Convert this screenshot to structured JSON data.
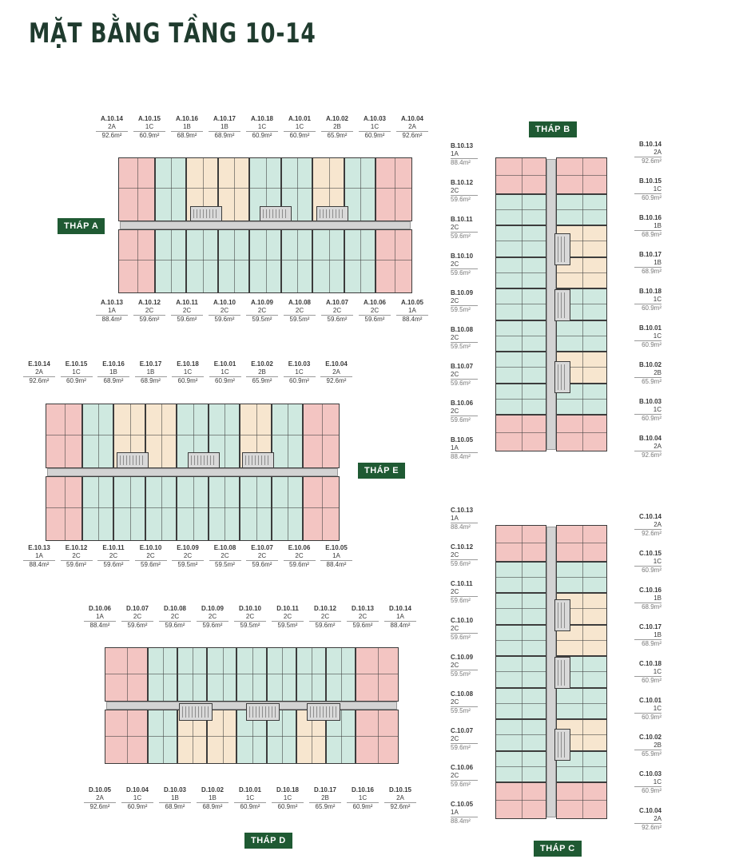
{
  "title": "MẶT BẰNG TẦNG 10-14",
  "colors": {
    "1A": "#f3c5c2",
    "2A": "#f3c5c2",
    "1C": "#cfe9e0",
    "2C": "#cfe9e0",
    "1B": "#f7e6cf",
    "2B": "#f7e6cf",
    "badge": "#1f5a33",
    "corridor": "#d3d3d3"
  },
  "towers": {
    "A": {
      "badge": "THÁP A",
      "top": [
        {
          "code": "A.10.14",
          "type": "2A",
          "area": "92.6m²"
        },
        {
          "code": "A.10.15",
          "type": "1C",
          "area": "60.9m²"
        },
        {
          "code": "A.10.16",
          "type": "1B",
          "area": "68.9m²"
        },
        {
          "code": "A.10.17",
          "type": "1B",
          "area": "68.9m²"
        },
        {
          "code": "A.10.18",
          "type": "1C",
          "area": "60.9m²"
        },
        {
          "code": "A.10.01",
          "type": "1C",
          "area": "60.9m²"
        },
        {
          "code": "A.10.02",
          "type": "2B",
          "area": "65.9m²"
        },
        {
          "code": "A.10.03",
          "type": "1C",
          "area": "60.9m²"
        },
        {
          "code": "A.10.04",
          "type": "2A",
          "area": "92.6m²"
        }
      ],
      "bottom": [
        {
          "code": "A.10.13",
          "type": "1A",
          "area": "88.4m²"
        },
        {
          "code": "A.10.12",
          "type": "2C",
          "area": "59.6m²"
        },
        {
          "code": "A.10.11",
          "type": "2C",
          "area": "59.6m²"
        },
        {
          "code": "A.10.10",
          "type": "2C",
          "area": "59.6m²"
        },
        {
          "code": "A.10.09",
          "type": "2C",
          "area": "59.5m²"
        },
        {
          "code": "A.10.08",
          "type": "2C",
          "area": "59.5m²"
        },
        {
          "code": "A.10.07",
          "type": "2C",
          "area": "59.6m²"
        },
        {
          "code": "A.10.06",
          "type": "2C",
          "area": "59.6m²"
        },
        {
          "code": "A.10.05",
          "type": "1A",
          "area": "88.4m²"
        }
      ]
    },
    "E": {
      "badge": "THÁP E",
      "top": [
        {
          "code": "E.10.14",
          "type": "2A",
          "area": "92.6m²"
        },
        {
          "code": "E.10.15",
          "type": "1C",
          "area": "60.9m²"
        },
        {
          "code": "E.10.16",
          "type": "1B",
          "area": "68.9m²"
        },
        {
          "code": "E.10.17",
          "type": "1B",
          "area": "68.9m²"
        },
        {
          "code": "E.10.18",
          "type": "1C",
          "area": "60.9m²"
        },
        {
          "code": "E.10.01",
          "type": "1C",
          "area": "60.9m²"
        },
        {
          "code": "E.10.02",
          "type": "2B",
          "area": "65.9m²"
        },
        {
          "code": "E.10.03",
          "type": "1C",
          "area": "60.9m²"
        },
        {
          "code": "E.10.04",
          "type": "2A",
          "area": "92.6m²"
        }
      ],
      "bottom": [
        {
          "code": "E.10.13",
          "type": "1A",
          "area": "88.4m²"
        },
        {
          "code": "E.10.12",
          "type": "2C",
          "area": "59.6m²"
        },
        {
          "code": "E.10.11",
          "type": "2C",
          "area": "59.6m²"
        },
        {
          "code": "E.10.10",
          "type": "2C",
          "area": "59.6m²"
        },
        {
          "code": "E.10.09",
          "type": "2C",
          "area": "59.5m²"
        },
        {
          "code": "E.10.08",
          "type": "2C",
          "area": "59.5m²"
        },
        {
          "code": "E.10.07",
          "type": "2C",
          "area": "59.6m²"
        },
        {
          "code": "E.10.06",
          "type": "2C",
          "area": "59.6m²"
        },
        {
          "code": "E.10.05",
          "type": "1A",
          "area": "88.4m²"
        }
      ]
    },
    "D": {
      "badge": "THÁP D",
      "top": [
        {
          "code": "D.10.06",
          "type": "1A",
          "area": "88.4m²"
        },
        {
          "code": "D.10.07",
          "type": "2C",
          "area": "59.6m²"
        },
        {
          "code": "D.10.08",
          "type": "2C",
          "area": "59.6m²"
        },
        {
          "code": "D.10.09",
          "type": "2C",
          "area": "59.6m²"
        },
        {
          "code": "D.10.10",
          "type": "2C",
          "area": "59.5m²"
        },
        {
          "code": "D.10.11",
          "type": "2C",
          "area": "59.5m²"
        },
        {
          "code": "D.10.12",
          "type": "2C",
          "area": "59.6m²"
        },
        {
          "code": "D.10.13",
          "type": "2C",
          "area": "59.6m²"
        },
        {
          "code": "D.10.14",
          "type": "1A",
          "area": "88.4m²"
        }
      ],
      "bottom": [
        {
          "code": "D.10.05",
          "type": "2A",
          "area": "92.6m²"
        },
        {
          "code": "D.10.04",
          "type": "1C",
          "area": "60.9m²"
        },
        {
          "code": "D.10.03",
          "type": "1B",
          "area": "68.9m²"
        },
        {
          "code": "D.10.02",
          "type": "1B",
          "area": "68.9m²"
        },
        {
          "code": "D.10.01",
          "type": "1C",
          "area": "60.9m²"
        },
        {
          "code": "D.10.18",
          "type": "1C",
          "area": "60.9m²"
        },
        {
          "code": "D.10.17",
          "type": "2B",
          "area": "65.9m²"
        },
        {
          "code": "D.10.16",
          "type": "1C",
          "area": "60.9m²"
        },
        {
          "code": "D.10.15",
          "type": "2A",
          "area": "92.6m²"
        }
      ]
    },
    "B": {
      "badge": "THÁP B",
      "left": [
        {
          "code": "B.10.13",
          "type": "1A",
          "area": "88.4m²"
        },
        {
          "code": "B.10.12",
          "type": "2C",
          "area": "59.6m²"
        },
        {
          "code": "B.10.11",
          "type": "2C",
          "area": "59.6m²"
        },
        {
          "code": "B.10.10",
          "type": "2C",
          "area": "59.6m²"
        },
        {
          "code": "B.10.09",
          "type": "2C",
          "area": "59.5m²"
        },
        {
          "code": "B.10.08",
          "type": "2C",
          "area": "59.5m²"
        },
        {
          "code": "B.10.07",
          "type": "2C",
          "area": "59.6m²"
        },
        {
          "code": "B.10.06",
          "type": "2C",
          "area": "59.6m²"
        },
        {
          "code": "B.10.05",
          "type": "1A",
          "area": "88.4m²"
        }
      ],
      "right": [
        {
          "code": "B.10.14",
          "type": "2A",
          "area": "92.6m²"
        },
        {
          "code": "B.10.15",
          "type": "1C",
          "area": "60.9m²"
        },
        {
          "code": "B.10.16",
          "type": "1B",
          "area": "68.9m²"
        },
        {
          "code": "B.10.17",
          "type": "1B",
          "area": "68.9m²"
        },
        {
          "code": "B.10.18",
          "type": "1C",
          "area": "60.9m²"
        },
        {
          "code": "B.10.01",
          "type": "1C",
          "area": "60.9m²"
        },
        {
          "code": "B.10.02",
          "type": "2B",
          "area": "65.9m²"
        },
        {
          "code": "B.10.03",
          "type": "1C",
          "area": "60.9m²"
        },
        {
          "code": "B.10.04",
          "type": "2A",
          "area": "92.6m²"
        }
      ]
    },
    "C": {
      "badge": "THÁP C",
      "left": [
        {
          "code": "C.10.13",
          "type": "1A",
          "area": "88.4m²"
        },
        {
          "code": "C.10.12",
          "type": "2C",
          "area": "59.6m²"
        },
        {
          "code": "C.10.11",
          "type": "2C",
          "area": "59.6m²"
        },
        {
          "code": "C.10.10",
          "type": "2C",
          "area": "59.6m²"
        },
        {
          "code": "C.10.09",
          "type": "2C",
          "area": "59.5m²"
        },
        {
          "code": "C.10.08",
          "type": "2C",
          "area": "59.5m²"
        },
        {
          "code": "C.10.07",
          "type": "2C",
          "area": "59.6m²"
        },
        {
          "code": "C.10.06",
          "type": "2C",
          "area": "59.6m²"
        },
        {
          "code": "C.10.05",
          "type": "1A",
          "area": "88.4m²"
        }
      ],
      "right": [
        {
          "code": "C.10.14",
          "type": "2A",
          "area": "92.6m²"
        },
        {
          "code": "C.10.15",
          "type": "1C",
          "area": "60.9m²"
        },
        {
          "code": "C.10.16",
          "type": "1B",
          "area": "68.9m²"
        },
        {
          "code": "C.10.17",
          "type": "1B",
          "area": "68.9m²"
        },
        {
          "code": "C.10.18",
          "type": "1C",
          "area": "60.9m²"
        },
        {
          "code": "C.10.01",
          "type": "1C",
          "area": "60.9m²"
        },
        {
          "code": "C.10.02",
          "type": "2B",
          "area": "65.9m²"
        },
        {
          "code": "C.10.03",
          "type": "1C",
          "area": "60.9m²"
        },
        {
          "code": "C.10.04",
          "type": "2A",
          "area": "92.6m²"
        }
      ]
    }
  }
}
